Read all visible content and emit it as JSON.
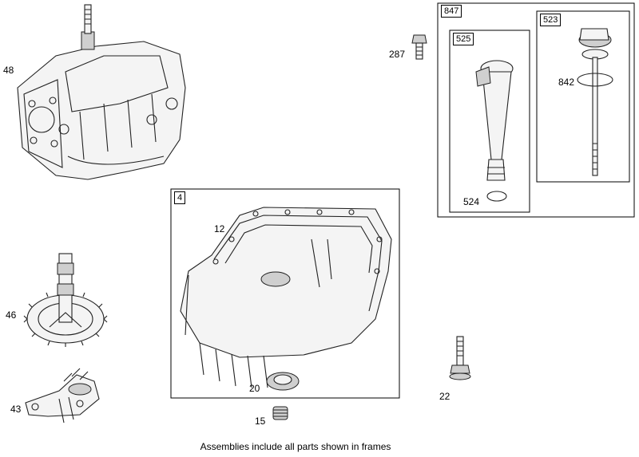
{
  "frames": [
    {
      "id": "frame-847",
      "label": "847"
    },
    {
      "id": "frame-525",
      "label": "525"
    },
    {
      "id": "frame-523",
      "label": "523"
    },
    {
      "id": "frame-4",
      "label": "4"
    }
  ],
  "parts": [
    {
      "id": "48",
      "label": "48"
    },
    {
      "id": "287",
      "label": "287"
    },
    {
      "id": "842",
      "label": "842"
    },
    {
      "id": "524",
      "label": "524"
    },
    {
      "id": "12",
      "label": "12"
    },
    {
      "id": "46",
      "label": "46"
    },
    {
      "id": "43",
      "label": "43"
    },
    {
      "id": "20",
      "label": "20"
    },
    {
      "id": "15",
      "label": "15"
    },
    {
      "id": "22",
      "label": "22"
    }
  ],
  "caption": "Assemblies include all parts shown in frames"
}
